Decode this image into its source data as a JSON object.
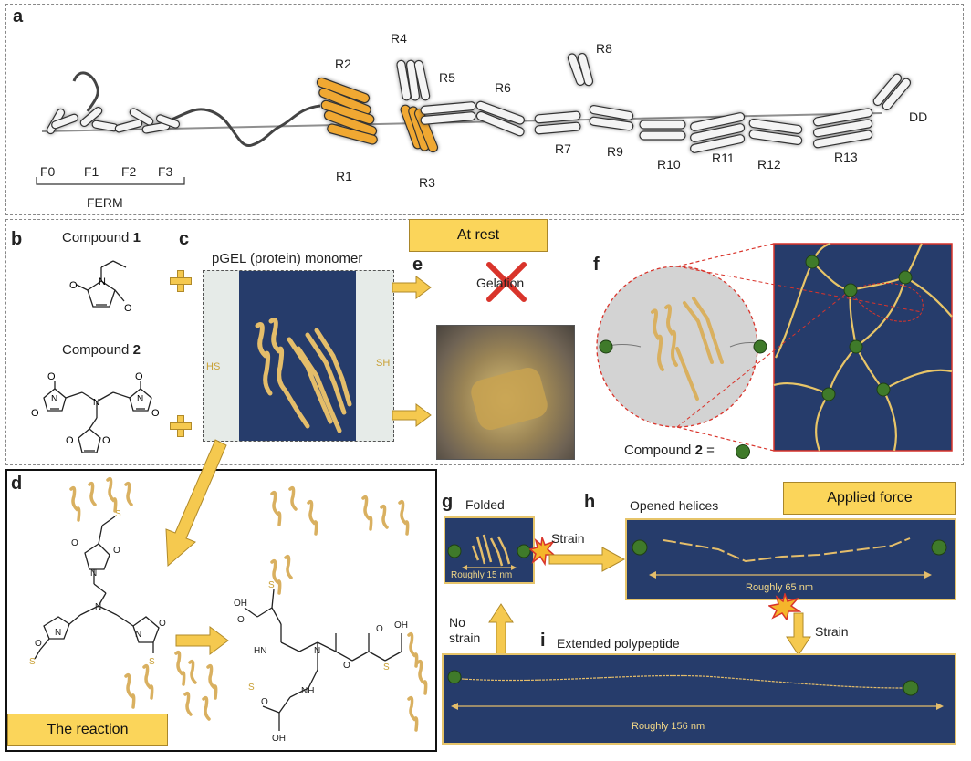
{
  "panel_a": {
    "letter": "a",
    "domains": [
      "F0",
      "F1",
      "F2",
      "F3",
      "R1",
      "R2",
      "R3",
      "R4",
      "R5",
      "R6",
      "R7",
      "R8",
      "R9",
      "R10",
      "R11",
      "R12",
      "R13",
      "DD"
    ],
    "ferm_label": "FERM"
  },
  "panel_b": {
    "letter": "b",
    "compound1_label": "Compound",
    "compound1_num": "1",
    "compound2_label": "Compound",
    "compound2_num": "2"
  },
  "panel_c": {
    "letter": "c",
    "title": "pGEL (protein) monomer",
    "left_end": "HS",
    "right_end": "SH"
  },
  "at_rest": "At rest",
  "panel_e": {
    "letter": "e",
    "gelation": "Gelation"
  },
  "panel_f": {
    "letter": "f",
    "compound_label": "Compound",
    "compound_num": "2",
    "equals": "="
  },
  "panel_d": {
    "letter": "d",
    "reaction_tag": "The reaction",
    "atoms": {
      "O": "O",
      "N": "N",
      "S": "S",
      "OH": "OH",
      "HN": "HN",
      "NH": "NH"
    }
  },
  "applied_force": "Applied force",
  "panel_g": {
    "letter": "g",
    "title": "Folded",
    "length": "Roughly 15 nm"
  },
  "panel_h": {
    "letter": "h",
    "title": "Opened helices",
    "length": "Roughly 65 nm"
  },
  "panel_i": {
    "letter": "i",
    "title": "Extended polypeptide",
    "length": "Roughly 156 nm"
  },
  "strain_label": "Strain",
  "strain_label_2": "Strain",
  "no_strain": "No strain",
  "colors": {
    "helix_orange": "#f0a830",
    "helix_white": "#f4f4f4",
    "navy": "#263c6b",
    "gold": "#fbd55a",
    "arrow": "#f5c94f",
    "red_x": "#d9342b",
    "node_green": "#3f7a2a"
  }
}
